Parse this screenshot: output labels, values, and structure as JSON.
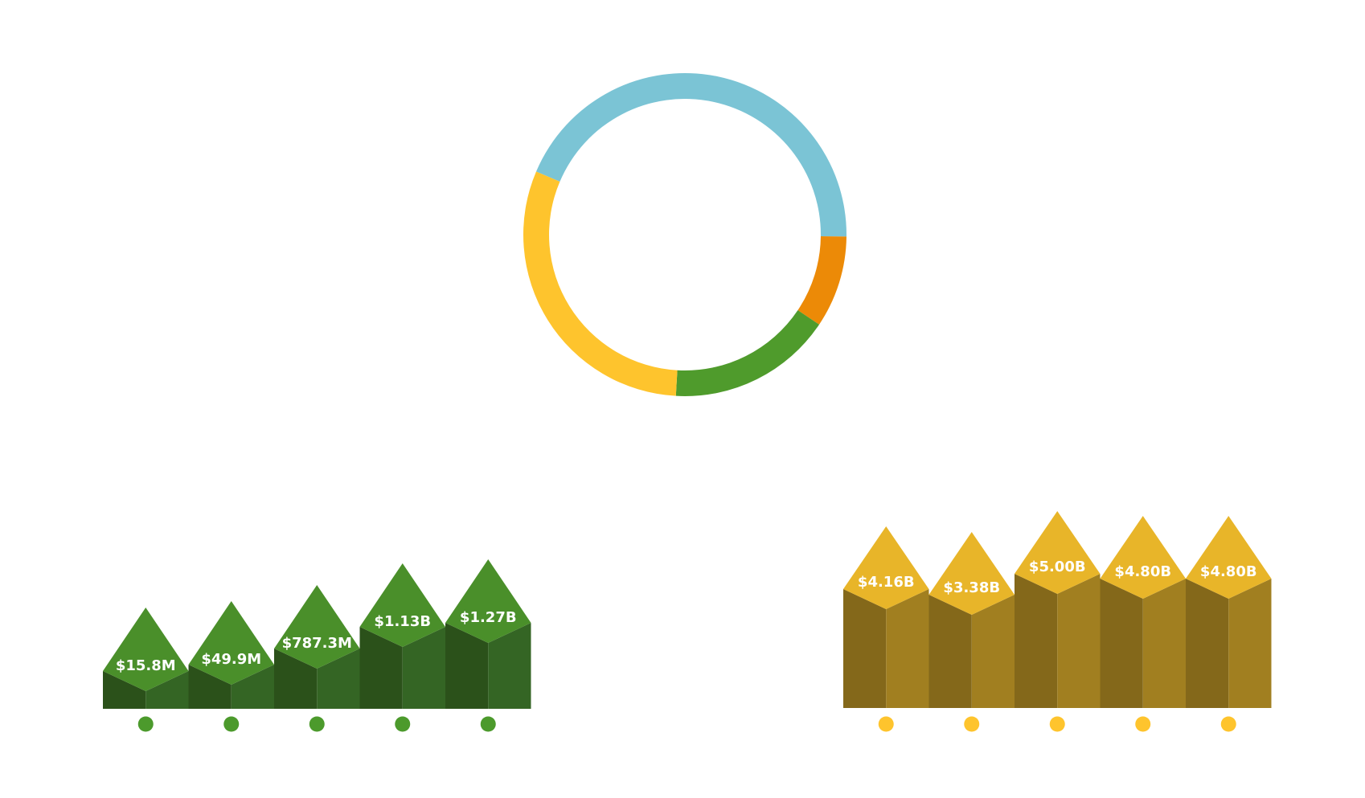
{
  "chart_data": [
    {
      "type": "pie",
      "variant": "donut",
      "slices": [
        {
          "color": "#7bc4d5",
          "fraction": 0.438
        },
        {
          "color": "#ec8a07",
          "fraction": 0.092
        },
        {
          "color": "#4f9b2c",
          "fraction": 0.165
        },
        {
          "color": "#fec42d",
          "fraction": 0.305
        }
      ],
      "legend": "none"
    },
    {
      "type": "bar",
      "style": "3d-pencil",
      "values": [
        15.8,
        49.9,
        787.3,
        1130,
        1270
      ],
      "unit": "$M",
      "labels": [
        "$15.8M",
        "$49.9M",
        "$787.3M",
        "$1.13B",
        "$1.27B"
      ],
      "colors": {
        "tip": "#4a8f2a",
        "left": "#2b511a",
        "right": "#346524",
        "marker": "#4c9a2c"
      }
    },
    {
      "type": "bar",
      "style": "3d-pencil",
      "values": [
        4.16,
        3.38,
        5.0,
        4.8,
        4.8
      ],
      "unit": "$B",
      "labels": [
        "$4.16B",
        "$3.38B",
        "$5.00B",
        "$4.80B",
        "$4.80B"
      ],
      "colors": {
        "tip": "#e8b529",
        "left": "#84681a",
        "right": "#a17f20",
        "marker": "#fec42d"
      }
    }
  ]
}
